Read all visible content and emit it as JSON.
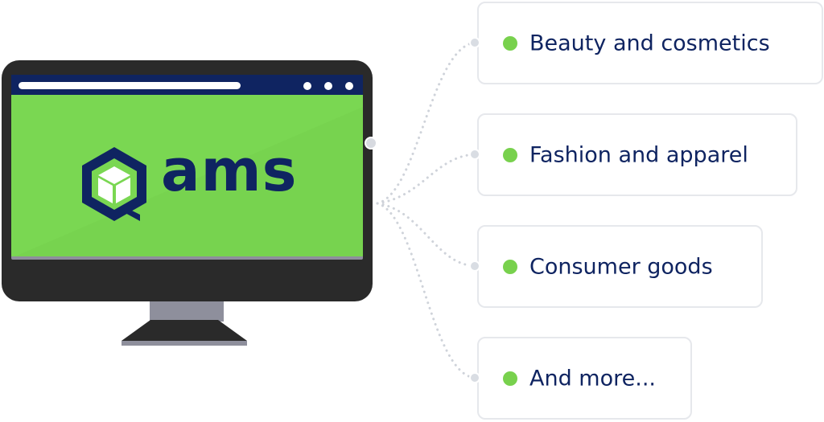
{
  "logo": {
    "wordmark": "ams",
    "icon": "cube-hexagon-icon"
  },
  "colors": {
    "screen_green": "#7ad752",
    "navy": "#0f2461",
    "bullet_green": "#78d14d",
    "monitor_body": "#2a2a2a",
    "card_border": "#e6e8ec",
    "connector_gray": "#cfd3da"
  },
  "industries": [
    {
      "label": "Beauty and cosmetics"
    },
    {
      "label": "Fashion and apparel"
    },
    {
      "label": "Consumer goods"
    },
    {
      "label": "And more..."
    }
  ]
}
